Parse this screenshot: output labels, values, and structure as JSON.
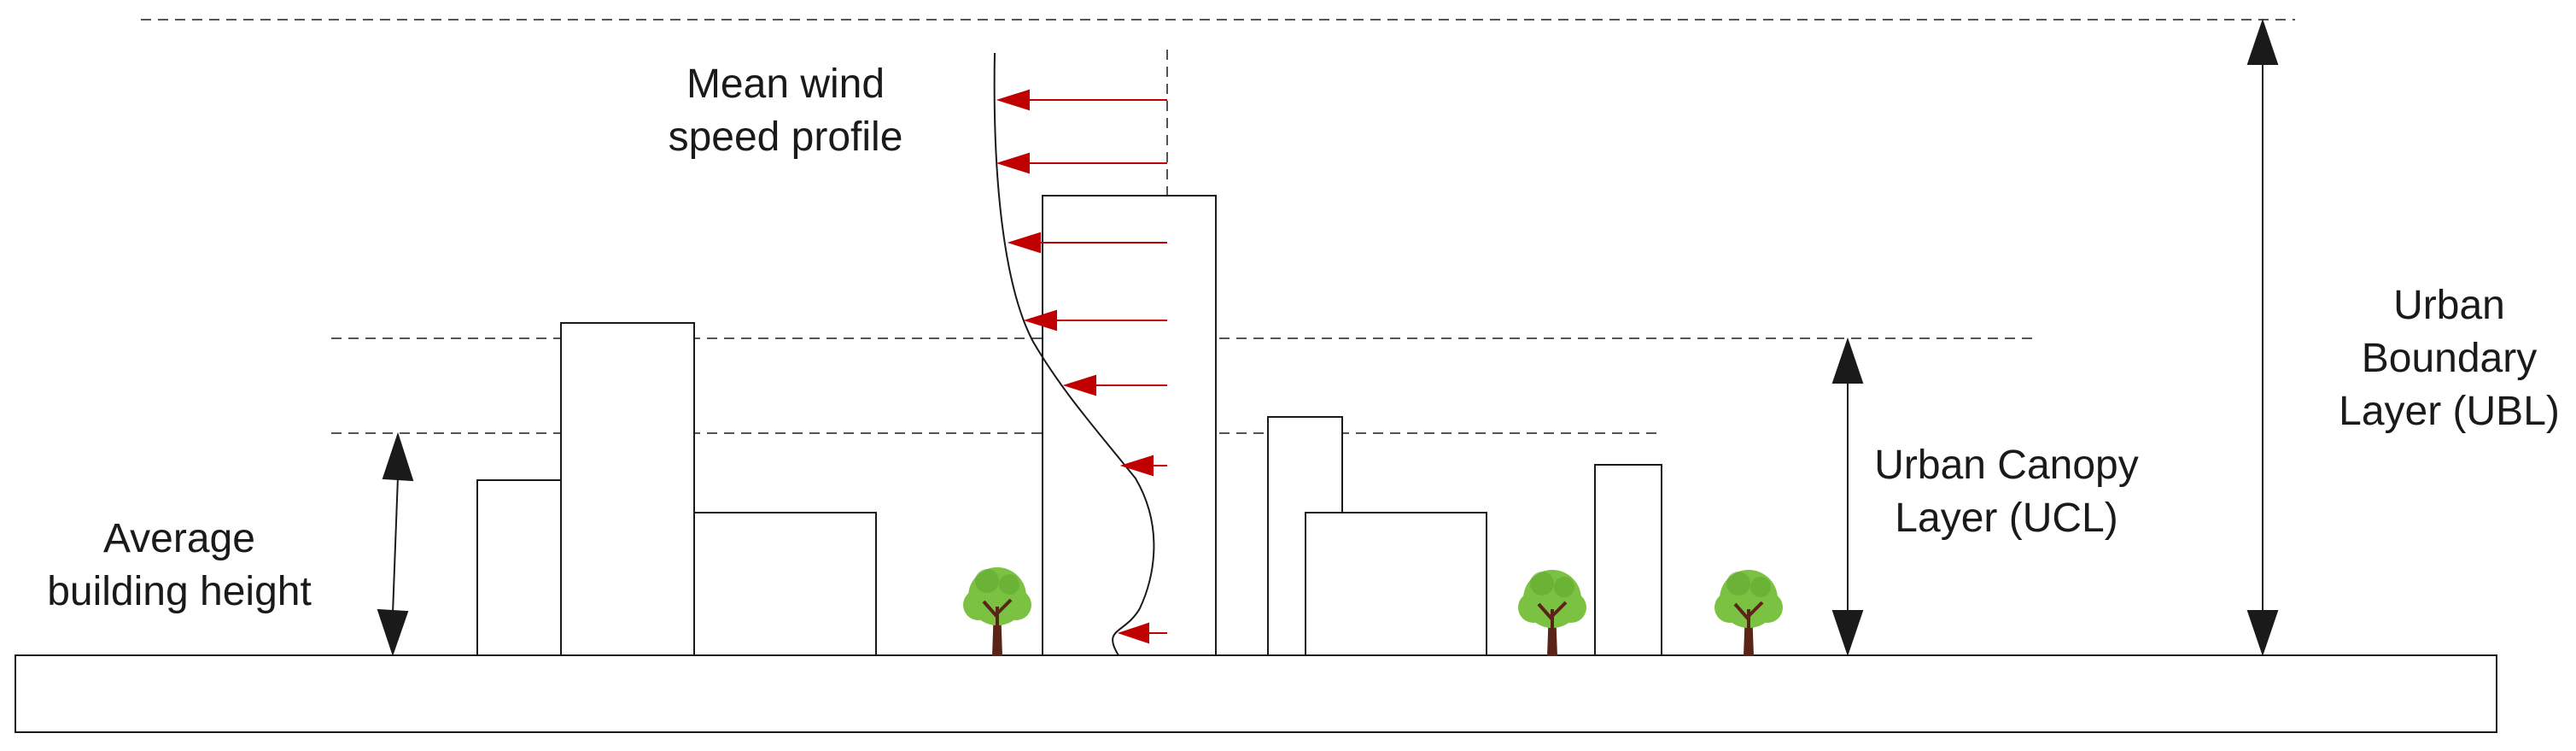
{
  "labels": {
    "wind_profile": [
      "Mean wind",
      "speed profile"
    ],
    "average_height": [
      "Average",
      "building height"
    ],
    "ucl": [
      "Urban Canopy",
      "Layer (UCL)"
    ],
    "ubl": [
      "Urban",
      "Boundary",
      "Layer (UBL)"
    ]
  },
  "colors": {
    "outline": "#1a1a1a",
    "dashed_line": "#555555",
    "wind_arrow": "#c00000",
    "tree_canopy": "#7cc242",
    "tree_canopy_dark": "#5fa82e",
    "tree_trunk": "#5b2418"
  },
  "icons": {
    "tree": "tree-icon"
  }
}
